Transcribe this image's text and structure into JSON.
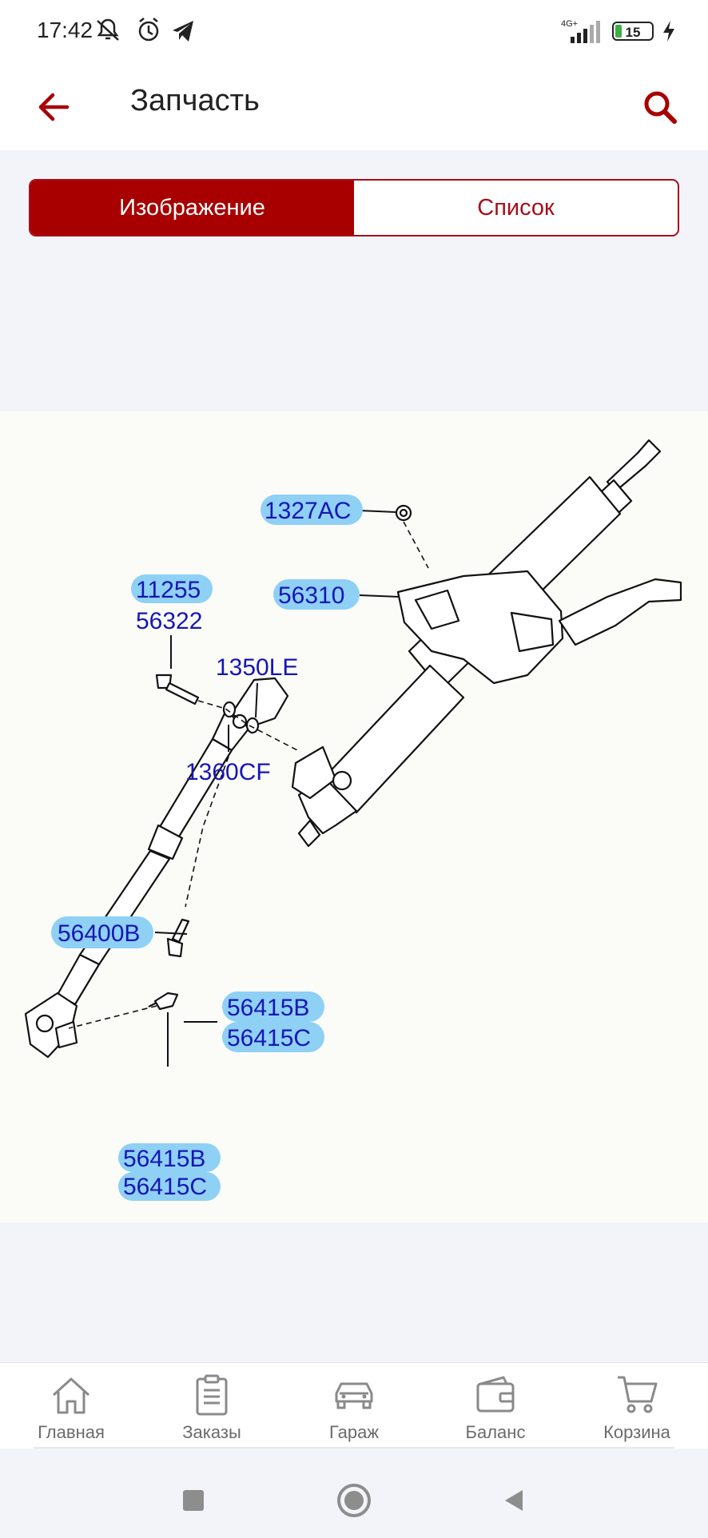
{
  "status_bar": {
    "time": "17:42",
    "network": "4G+",
    "battery": "15"
  },
  "app_bar": {
    "title": "Запчасть"
  },
  "segmented_control": {
    "image_label": "Изображение",
    "list_label": "Список"
  },
  "diagram": {
    "callouts": {
      "c1327AC": "1327AC",
      "c56310": "56310",
      "c11255": "11255",
      "c56322": "56322",
      "c1350LE": "1350LE",
      "c1360CF": "1360CF",
      "c56400B": "56400B",
      "c56415B_a": "56415B",
      "c56415C_a": "56415C",
      "c56415B_b": "56415B",
      "c56415C_b": "56415C"
    }
  },
  "bottom_nav": {
    "home": "Главная",
    "orders": "Заказы",
    "garage": "Гараж",
    "balance": "Баланс",
    "cart": "Корзина"
  },
  "colors": {
    "accent": "#a80000",
    "label_highlight": "#8fd0f5",
    "label_text": "#1616b4"
  }
}
